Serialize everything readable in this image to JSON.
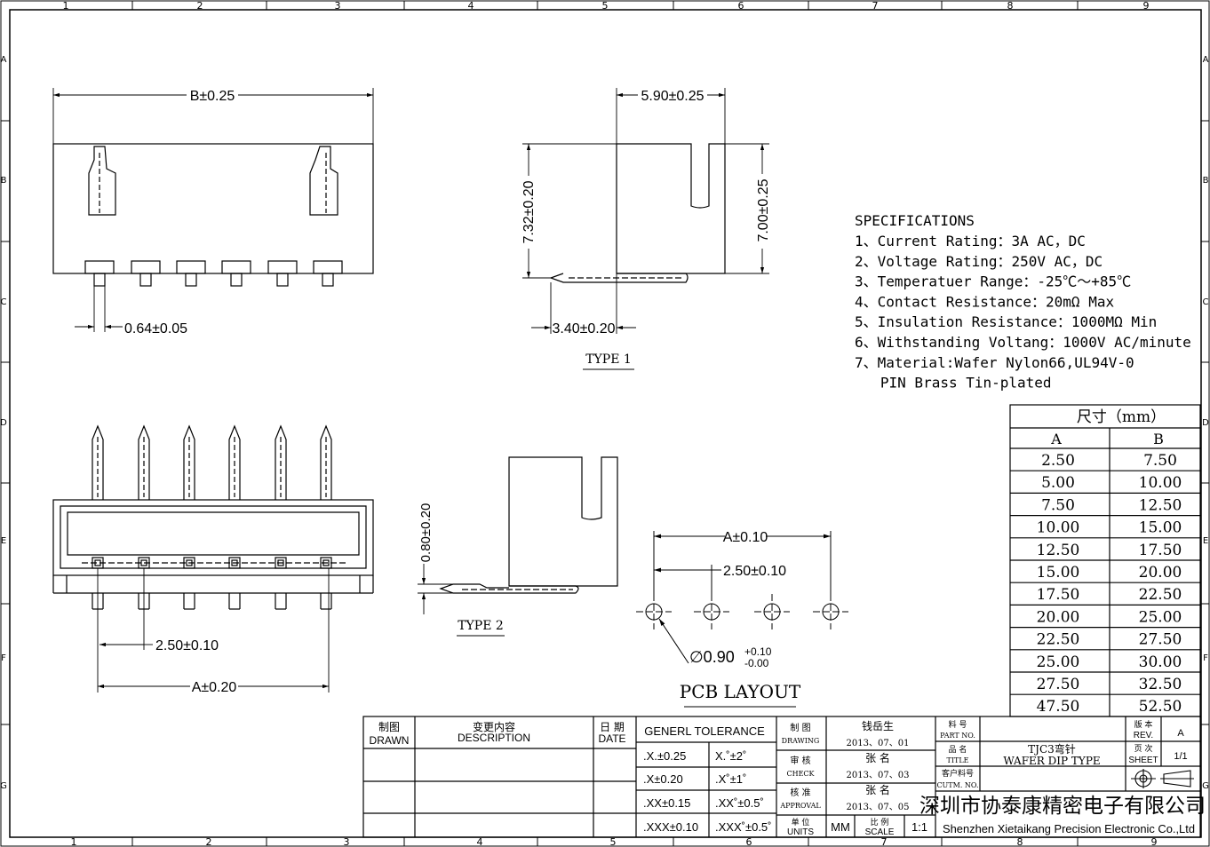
{
  "frame": {
    "top_numbers": [
      "1",
      "2",
      "3",
      "4",
      "5",
      "6",
      "7",
      "8",
      "9"
    ],
    "bottom_numbers": [
      "1",
      "2",
      "3",
      "4",
      "5",
      "6",
      "7",
      "8",
      "9"
    ],
    "side_letters": [
      "A",
      "B",
      "C",
      "D",
      "E",
      "F",
      "G"
    ]
  },
  "dims": {
    "b_width": "B±0.25",
    "pin_width": "0.64±0.05",
    "depth": "5.90±0.25",
    "height_left": "7.32±0.20",
    "height_right": "7.00±0.25",
    "pin_offset": "3.40±0.20",
    "type1": "TYPE 1",
    "pin_thick": "0.80±0.20",
    "type2": "TYPE 2",
    "pitch": "2.50±0.10",
    "a_width": "A±0.20",
    "pcb_a": "A±0.10",
    "pcb_pitch": "2.50±0.10",
    "hole_dia": "∅0.90",
    "hole_tol_plus": "+0.10",
    "hole_tol_minus": "-0.00",
    "pcb_layout": "PCB LAYOUT"
  },
  "specs": {
    "title": "SPECIFICATIONS",
    "lines": [
      "1、Current Rating：3A AC，DC",
      "2、Voltage Rating：250V AC，DC",
      "3、Temperatuer Range：-25℃～+85℃",
      "4、Contact Resistance：20mΩ Max",
      "5、Insulation Resistance：1000MΩ Min",
      "6、Withstanding Voltang：1000V AC/minute",
      "7、Material:Wafer Nylon66,UL94V-0",
      "   PIN Brass Tin-plated"
    ]
  },
  "size_table": {
    "title": "尺寸（mm）",
    "headers": [
      "A",
      "B"
    ],
    "rows": [
      [
        "2.50",
        "7.50"
      ],
      [
        "5.00",
        "10.00"
      ],
      [
        "7.50",
        "12.50"
      ],
      [
        "10.00",
        "15.00"
      ],
      [
        "12.50",
        "17.50"
      ],
      [
        "15.00",
        "20.00"
      ],
      [
        "17.50",
        "22.50"
      ],
      [
        "20.00",
        "25.00"
      ],
      [
        "22.50",
        "27.50"
      ],
      [
        "25.00",
        "30.00"
      ],
      [
        "27.50",
        "32.50"
      ],
      [
        "47.50",
        "52.50"
      ]
    ]
  },
  "title_block": {
    "drawn_cn": "制图",
    "drawn_en": "DRAWN",
    "desc_cn": "变更内容",
    "desc_en": "DESCRIPTION",
    "date_cn": "日 期",
    "date_en": "DATE",
    "tolerance_title": "GENERL TOLERANCE",
    "tolerances": [
      [
        ".X.±0.25",
        "X.˚±2˚"
      ],
      [
        ".X±0.20",
        ".X˚±1˚"
      ],
      [
        ".XX±0.15",
        ".XX˚±0.5˚"
      ],
      [
        ".XXX±0.10",
        ".XXX˚±0.5˚"
      ]
    ],
    "drawing_cn": "制 图",
    "drawing_en": "DRAWING",
    "drawing_name": "钱岳生",
    "drawing_date": "2013、07、01",
    "check_cn": "审 核",
    "check_en": "CHECK",
    "check_name": "张 名",
    "check_date": "2013、07、03",
    "approval_cn": "核 准",
    "approval_en": "APPROVAL",
    "approval_name": "张 名",
    "approval_date": "2013、07、05",
    "units_cn": "单 位",
    "units_en": "UNITS",
    "units_val": "MM",
    "scale_cn": "比 例",
    "scale_en": "SCALE",
    "scale_val": "1:1",
    "part_cn": "料 号",
    "part_en": "PART NO.",
    "title_cn": "品 名",
    "title_en": "TITLE",
    "title_val1": "TJC3弯针",
    "title_val2": "WAFER DIP TYPE",
    "cutm_cn": "客户料号",
    "cutm_en": "CUTM. NO.",
    "rev_cn": "版 本",
    "rev_en": "REV.",
    "rev_val": "A",
    "sheet_cn": "页 次",
    "sheet_en": "SHEET",
    "sheet_val": "1/1",
    "company_cn": "深圳市协泰康精密电子有限公司",
    "company_en": "Shenzhen Xietaikang Precision Electronic Co.,Ltd"
  }
}
